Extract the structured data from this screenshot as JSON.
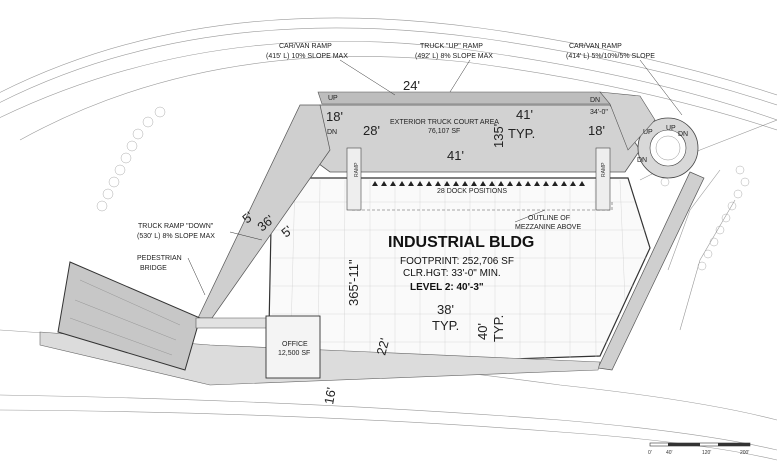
{
  "labels": {
    "car_ramp_1_title": "CAR/VAN RAMP",
    "car_ramp_1_spec": "(415' L) 10% SLOPE MAX",
    "truck_up_title": "TRUCK \"UP\" RAMP",
    "truck_up_spec": "(492' L) 8% SLOPE MAX",
    "car_ramp_2_title": "CAR/VAN RAMP",
    "car_ramp_2_spec": "(414' L) 5%/10%/5% SLOPE",
    "truck_court_title": "EXTERIOR TRUCK COURT AREA",
    "truck_court_area": "76,107 SF",
    "dock_positions": "28 DOCK POSITIONS",
    "mezzanine_1": "OUTLINE OF",
    "mezzanine_2": "MEZZANINE ABOVE",
    "truck_down_title": "TRUCK RAMP \"DOWN\"",
    "truck_down_spec": "(530' L) 8% SLOPE MAX",
    "ped_bridge_1": "PEDESTRIAN",
    "ped_bridge_2": "BRIDGE",
    "office_title": "OFFICE",
    "office_area": "12,500 SF",
    "ramp_left": "RAMP",
    "ramp_right": "RAMP",
    "up_1": "UP",
    "dn_1": "DN",
    "dn_2": "DN",
    "up_2": "UP",
    "up_3": "UP",
    "dn_3": "DN",
    "dn_4": "DN",
    "ramp_dim": "34'-0\""
  },
  "building": {
    "name": "INDUSTRIAL BLDG",
    "footprint": "FOOTPRINT: 252,706 SF",
    "clear_height": "CLR.HGT: 33'-0\" MIN.",
    "level": "LEVEL 2: 40'-3\""
  },
  "dimensions": {
    "d24": "24'",
    "d41_top": "41'",
    "d18_left": "18'",
    "d28": "28'",
    "d135": "135'",
    "typ_1": "TYP.",
    "d18_right": "18'",
    "d41_mid": "41'",
    "d5_a": "5'",
    "d36": "36'",
    "d5_b": "5'",
    "d365": "365'-11\"",
    "d38": "38'",
    "typ_2": "TYP.",
    "d40": "40'",
    "typ_3": "TYP.",
    "d22": "22'",
    "d16": "16'"
  },
  "scale_bar": {
    "ticks": [
      "0'",
      "40'",
      "120'",
      "200'"
    ]
  }
}
